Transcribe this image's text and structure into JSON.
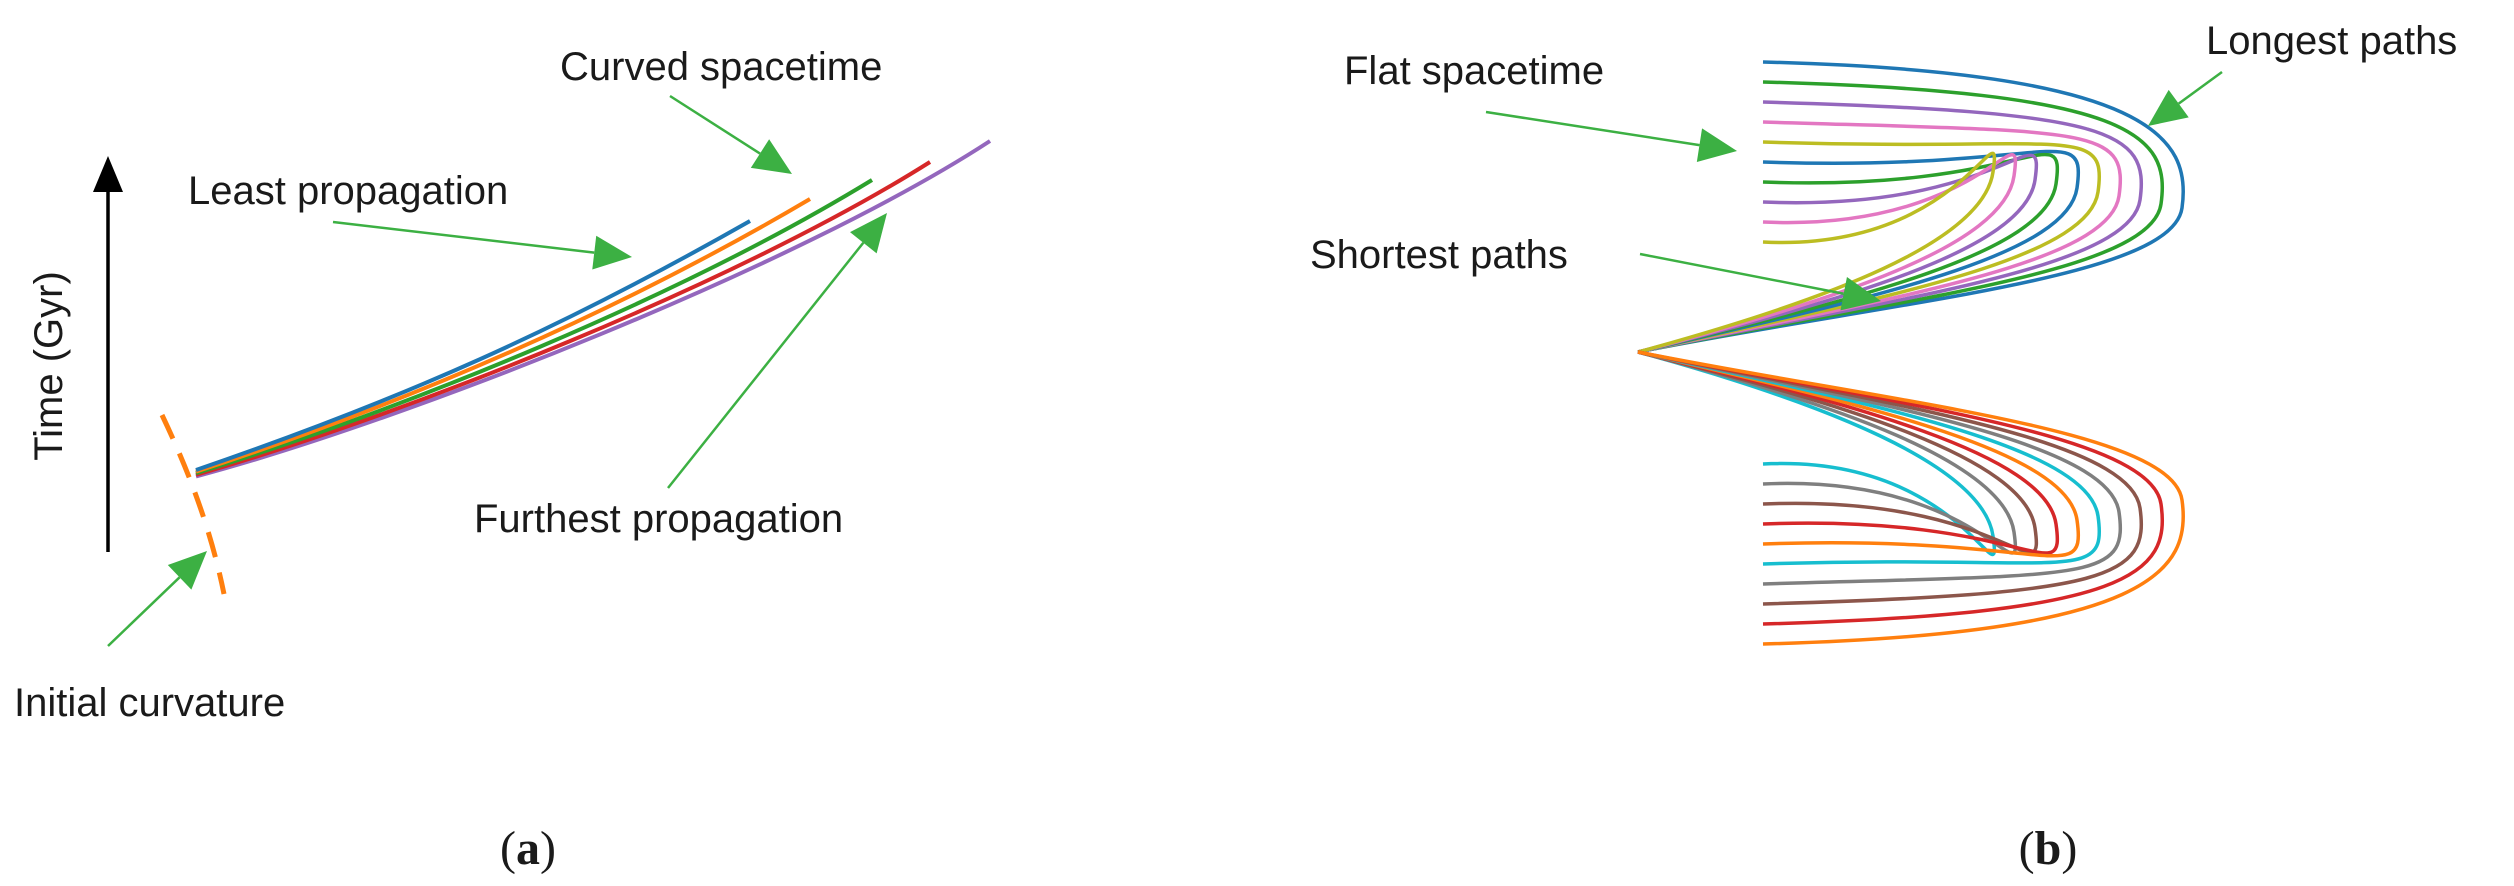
{
  "panel_a": {
    "axis_label": "Time (Gyr)",
    "labels": {
      "curved": "Curved spacetime",
      "least": "Least propagation",
      "furthest": "Furthest propagation",
      "initial": "Initial curvature"
    },
    "caption_open": "(",
    "caption_letter": "a",
    "caption_close": ")",
    "path_colors": [
      "#1f77b4",
      "#ff7f0e",
      "#2ca02c",
      "#d62728",
      "#9467bd"
    ],
    "initial_curve_color": "#ff7f0e"
  },
  "panel_b": {
    "labels": {
      "flat": "Flat spacetime",
      "longest": "Longest paths",
      "shortest": "Shortest paths"
    },
    "caption_open": "(",
    "caption_letter": "b",
    "caption_close": ")",
    "upper_colors": [
      "#1f77b4",
      "#2ca02c",
      "#9467bd",
      "#e377c2",
      "#bcbd22",
      "#1f77b4",
      "#2ca02c",
      "#9467bd",
      "#e377c2",
      "#bcbd22"
    ],
    "lower_colors": [
      "#17becf",
      "#7f7f7f",
      "#8c564b",
      "#d62728",
      "#ff7f0e",
      "#17becf",
      "#7f7f7f",
      "#8c564b",
      "#d62728",
      "#ff7f0e"
    ]
  },
  "arrow_color": "#3cb043",
  "axis_color": "#000000"
}
